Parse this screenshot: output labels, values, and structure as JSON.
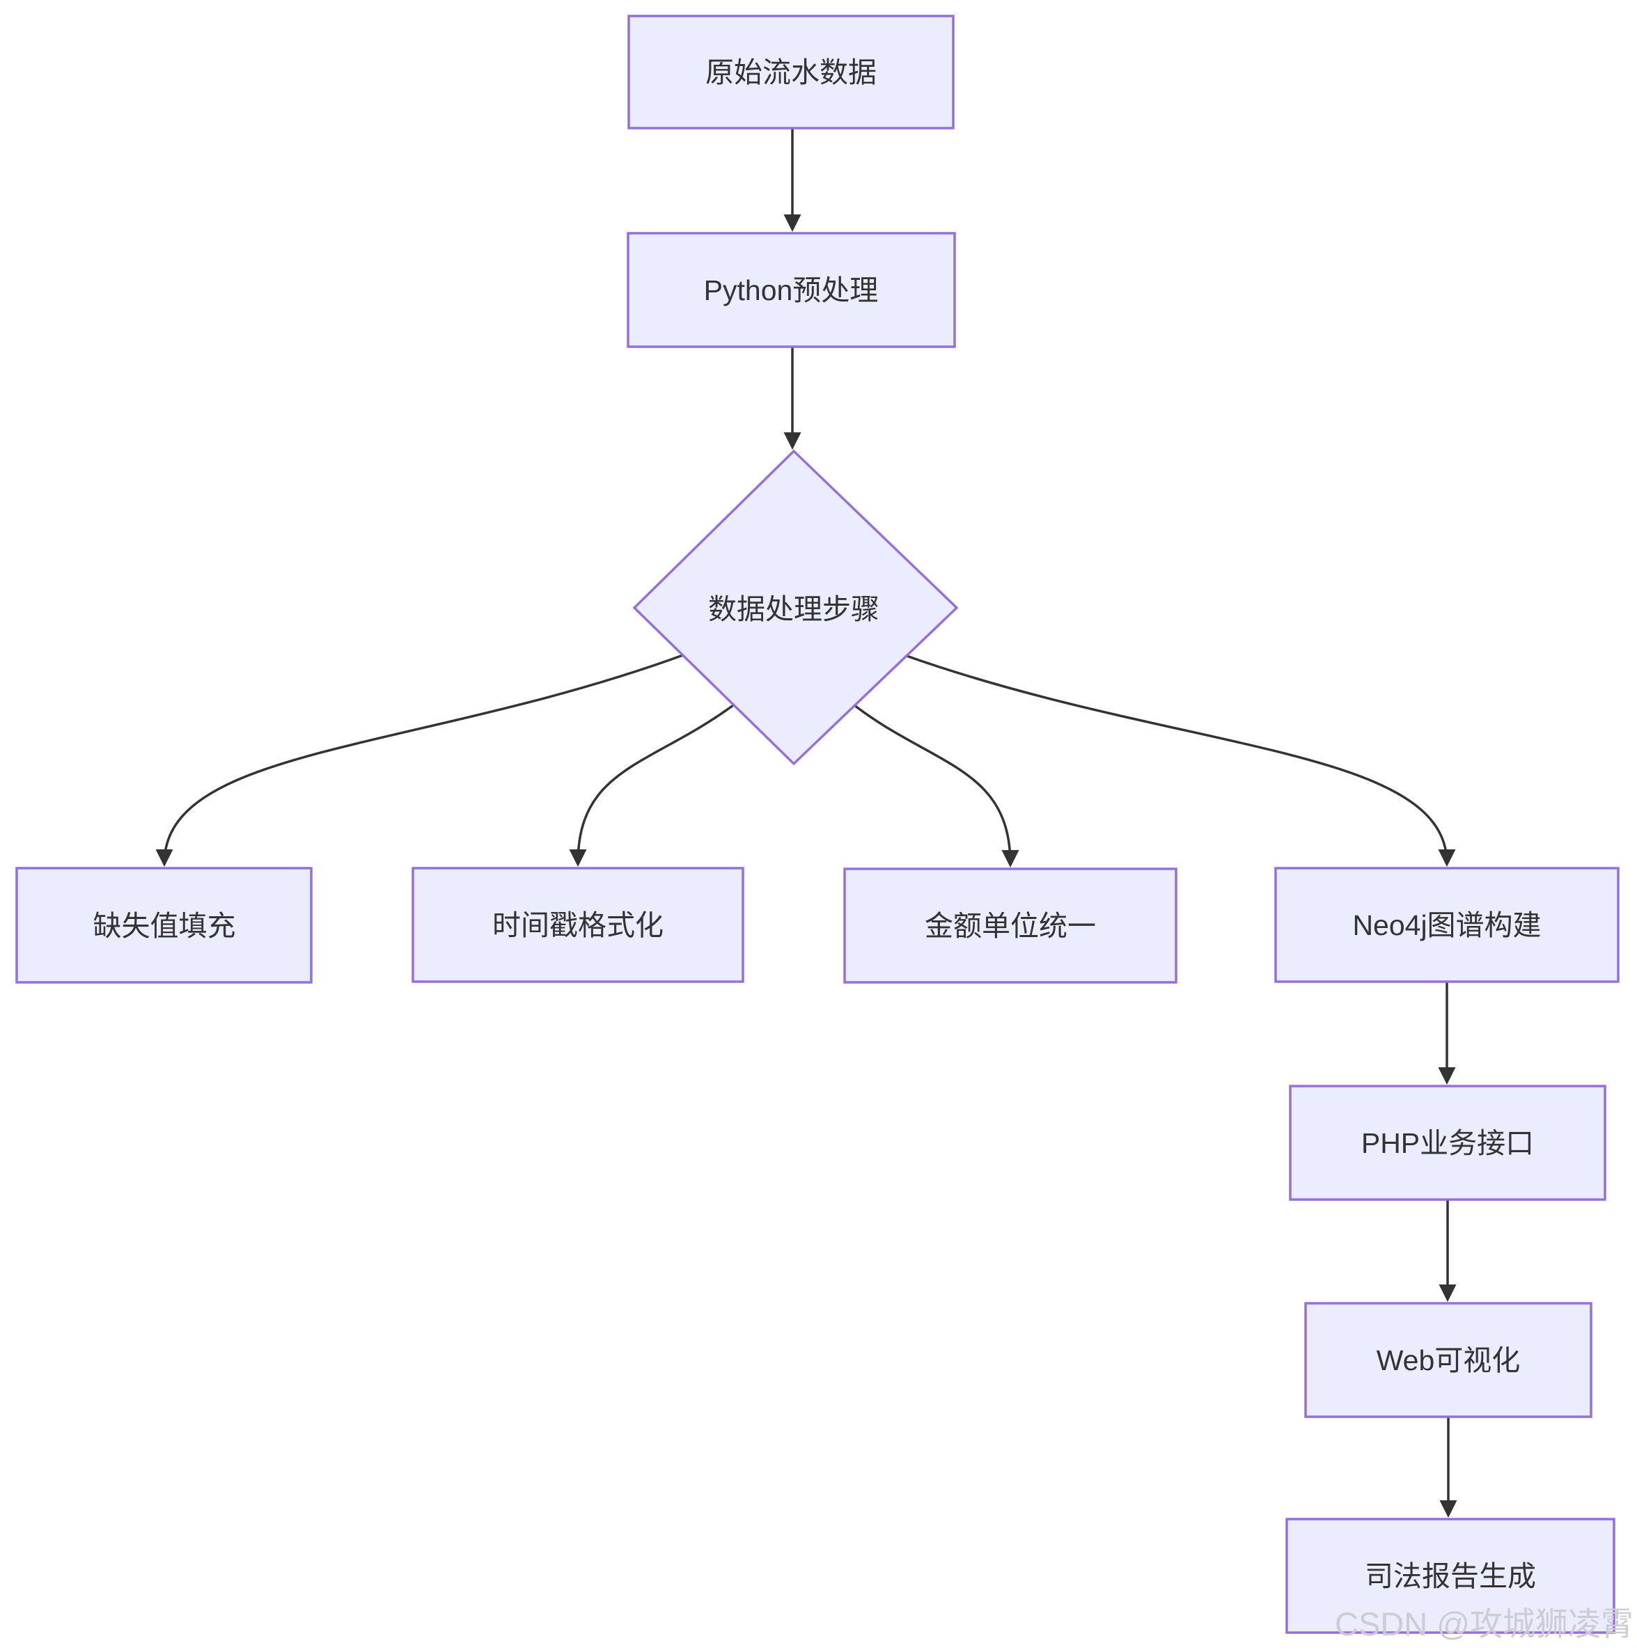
{
  "diagram": {
    "type": "flowchart",
    "direction": "top-down",
    "nodes": {
      "raw_data": {
        "label": "原始流水数据",
        "shape": "rect"
      },
      "python_preprocess": {
        "label": "Python预处理",
        "shape": "rect"
      },
      "decision": {
        "label": "数据处理步骤",
        "shape": "diamond"
      },
      "missing_fill": {
        "label": "缺失值填充",
        "shape": "rect"
      },
      "timestamp_format": {
        "label": "时间戳格式化",
        "shape": "rect"
      },
      "amount_unit": {
        "label": "金额单位统一",
        "shape": "rect"
      },
      "neo4j_graph": {
        "label": "Neo4j图谱构建",
        "shape": "rect"
      },
      "php_api": {
        "label": "PHP业务接口",
        "shape": "rect"
      },
      "web_viz": {
        "label": "Web可视化",
        "shape": "rect"
      },
      "report_gen": {
        "label": "司法报告生成",
        "shape": "rect"
      }
    },
    "edges": [
      {
        "from": "raw_data",
        "to": "python_preprocess"
      },
      {
        "from": "python_preprocess",
        "to": "decision"
      },
      {
        "from": "decision",
        "to": "missing_fill"
      },
      {
        "from": "decision",
        "to": "timestamp_format"
      },
      {
        "from": "decision",
        "to": "amount_unit"
      },
      {
        "from": "decision",
        "to": "neo4j_graph"
      },
      {
        "from": "neo4j_graph",
        "to": "php_api"
      },
      {
        "from": "php_api",
        "to": "web_viz"
      },
      {
        "from": "web_viz",
        "to": "report_gen"
      }
    ],
    "colors": {
      "node_fill": "#ECECFF",
      "node_border": "#9370DB",
      "edge": "#333333",
      "text": "#333333",
      "background": "#ffffff",
      "watermark": "#cbcbd2"
    }
  },
  "watermark": {
    "text": "CSDN @攻城狮凌霄"
  }
}
